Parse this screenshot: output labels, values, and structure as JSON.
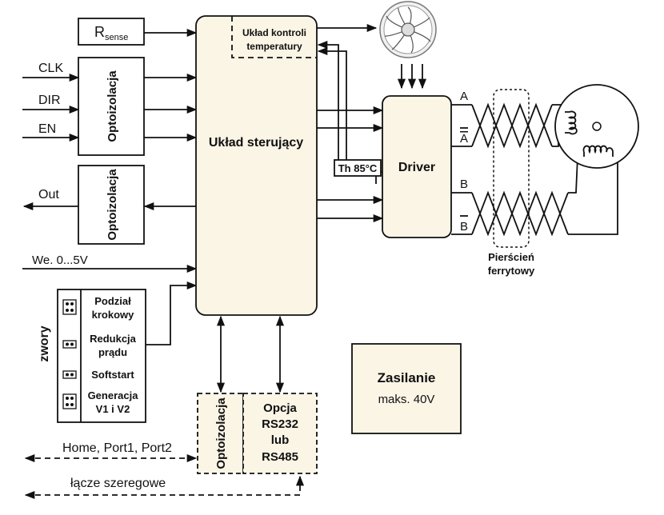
{
  "blocks": {
    "rsense_main": "R",
    "rsense_sub": "sense",
    "opto_in": "Optoizolacja",
    "opto_out": "Optoizolacja",
    "opto_bottom": "Optoizolacja",
    "control": "Układ sterujący",
    "temp_line1": "Układ kontroli",
    "temp_line2": "temperatury",
    "driver": "Driver",
    "thermal": "Th 85°C",
    "option": [
      "Opcja",
      "RS232",
      "lub",
      "RS485"
    ],
    "power_title": "Zasilanie",
    "power_value": "maks. 40V"
  },
  "signals": {
    "clk": "CLK",
    "dir": "DIR",
    "en": "EN",
    "out": "Out",
    "analog_in": "We. 0...5V",
    "home_ports": "Home, Port1, Port2",
    "serial": "łącze szeregowe",
    "phase_a": "A",
    "phase_a_bar": "A",
    "phase_b": "B",
    "phase_b_bar": "B"
  },
  "jumpers": {
    "label": "zwory",
    "items": [
      [
        "Podział",
        "krokowy"
      ],
      [
        "Redukcja",
        "prądu"
      ],
      [
        "Softstart"
      ],
      [
        "Generacja",
        "V1 i V2"
      ]
    ]
  },
  "ferrite": [
    "Pierścień",
    "ferrytowy"
  ],
  "icons": [
    "fan-icon",
    "stepper-motor-icon",
    "ferrite-ring-icon",
    "jumper-icon"
  ]
}
